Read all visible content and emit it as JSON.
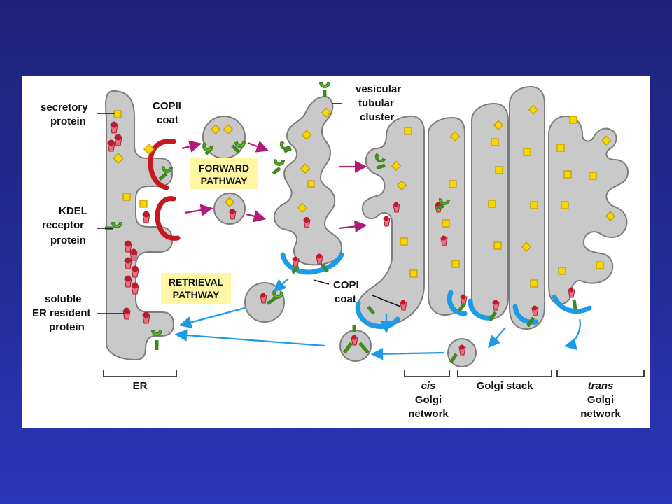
{
  "labels": {
    "secretory_protein": [
      "secretory",
      "protein"
    ],
    "copii_coat": [
      "COPII",
      "coat"
    ],
    "kdel_receptor": [
      "KDEL",
      "receptor",
      "protein"
    ],
    "soluble_er_resident": [
      "soluble",
      "ER resident",
      "protein"
    ],
    "vesicular_tubular_cluster": [
      "vesicular",
      "tubular",
      "cluster"
    ],
    "forward_pathway": [
      "FORWARD",
      "PATHWAY"
    ],
    "retrieval_pathway": [
      "RETRIEVAL",
      "PATHWAY"
    ],
    "copi_coat": [
      "COPI",
      "coat"
    ],
    "er": "ER",
    "cis_golgi": [
      "cis",
      "Golgi",
      "network"
    ],
    "golgi_stack": "Golgi stack",
    "trans_golgi": [
      "trans",
      "Golgi",
      "network"
    ]
  },
  "colors": {
    "background_top": "#1d2379",
    "background_bottom": "#2c36b9",
    "membrane_fill": "#c9c9c9",
    "membrane_stroke": "#7d7d7d",
    "secretory_protein": "#f5d800",
    "er_resident_protein": "#e8707f",
    "kdel_receptor": "#7ec342",
    "copii_coat": "#c8181f",
    "copi_coat": "#1e9be6",
    "forward_arrow": "#b01a78",
    "retrieval_arrow": "#1e9be6",
    "pathway_box": "#fff7a3"
  }
}
